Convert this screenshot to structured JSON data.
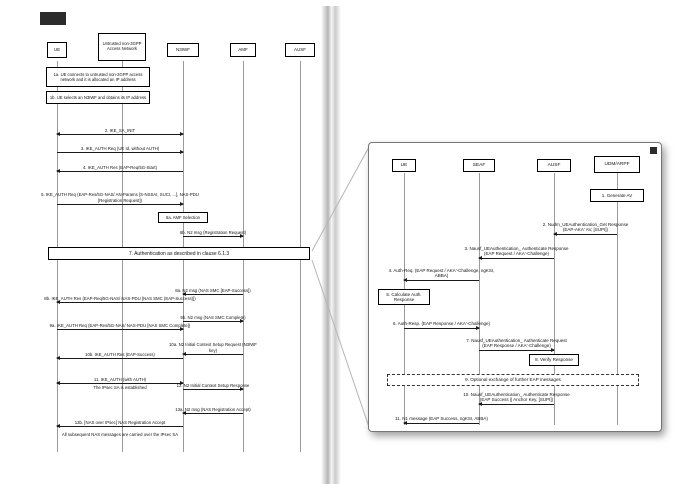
{
  "colors": {
    "ink": "#111111",
    "line": "#1a1a1a",
    "lifeline": "#9a9a9a",
    "panel_border": "#777777"
  },
  "left": {
    "lifelines": [
      {
        "label": "UE"
      },
      {
        "label": "Untrusted non-3GPP Access Network"
      },
      {
        "label": "N3IWF"
      },
      {
        "label": "AMF"
      },
      {
        "label": "AUSF"
      }
    ],
    "notes": [
      {
        "label": "1a. UE connects to untrusted non-3GPP access network and it is allocated an IP address"
      },
      {
        "label": "1b. UE selects an N3IWF and obtains its IP address"
      },
      {
        "label": "All subsequent NAS messages are carried over the IPsec SA"
      }
    ],
    "boxes": [
      {
        "label": "6a. AMF Selection"
      },
      {
        "label": "7. Authentication as described in clause 6.1.3"
      }
    ],
    "messages": [
      {
        "label": "2. IKE_SA_INIT"
      },
      {
        "label": "3. IKE_AUTH Req (UE Id, without AUTH)"
      },
      {
        "label": "4. IKE_AUTH Res (EAP-Req/5G-Start)"
      },
      {
        "label": "5. IKE_AUTH Req (EAP-Res/5G-NAS/ AN-Params [S-NSSAI, SUCI, ...], NAS-PDU [Registration Request])"
      },
      {
        "label": "6b. N2 msg (Registration Request)"
      },
      {
        "label": "8a. N2 msg (NAS SMC [EAP-Success])"
      },
      {
        "label": "8b. IKE_AUTH Res (EAP-Req/5G-NAS/ NAS-PDU [NAS SMC (EAP-Success)])"
      },
      {
        "label": "9a. IKE_AUTH Req (EAP-Res/5G-NAS/ NAS-PDU [NAS SMC Complete])"
      },
      {
        "label": "9b. N2 msg (NAS SMC Complete)"
      },
      {
        "label": "10a. N2 Initial Context Setup Request (N3IWF key)"
      },
      {
        "label": "10b. IKE_AUTH Res (EAP-Success)"
      },
      {
        "label": "11. IKE_AUTH (with AUTH)",
        "sublabel": "The IPsec SA is established"
      },
      {
        "label": "12. N2 Initial Context Setup Response"
      },
      {
        "label": "13a. N2 msg (NAS Registration Accept)"
      },
      {
        "label": "13b. [NAS over IPsec] NAS Registration Accept"
      }
    ]
  },
  "inset": {
    "lifelines": [
      {
        "label": "UE"
      },
      {
        "label": "SEAF"
      },
      {
        "label": "AUSF"
      },
      {
        "label": "UDM/ARPF"
      }
    ],
    "boxes": [
      {
        "label": "1. Generate AV"
      },
      {
        "label": "5. Calculate Auth. Response"
      },
      {
        "label": "8. Verify Response"
      },
      {
        "label": "9. Optional exchange of further EAP messages"
      }
    ],
    "messages": [
      {
        "label": "2. Nudm_UEAuthentication_Get Response (EAP-AKA' AV, [SUPI])"
      },
      {
        "label": "3. Nausf_UEAuthentication_ Authenticate Response (EAP Request / AKA'-Challenge)"
      },
      {
        "label": "4. Auth-Req. (EAP Request / AKA'-Challenge, ngKSI, ABBA)"
      },
      {
        "label": "6. Auth-Resp. (EAP Response / AKA'-Challenge)"
      },
      {
        "label": "7. Nausf_UEAuthentication_ Authenticate Request (EAP Response / AKA'-Challenge)"
      },
      {
        "label": "10. Nausf_UEAuthentication_ Authenticate Response (EAP Success || Anchor Key, [SUPI])"
      },
      {
        "label": "11. N1 message (EAP Success, ngKSI, ABBA)"
      }
    ]
  }
}
